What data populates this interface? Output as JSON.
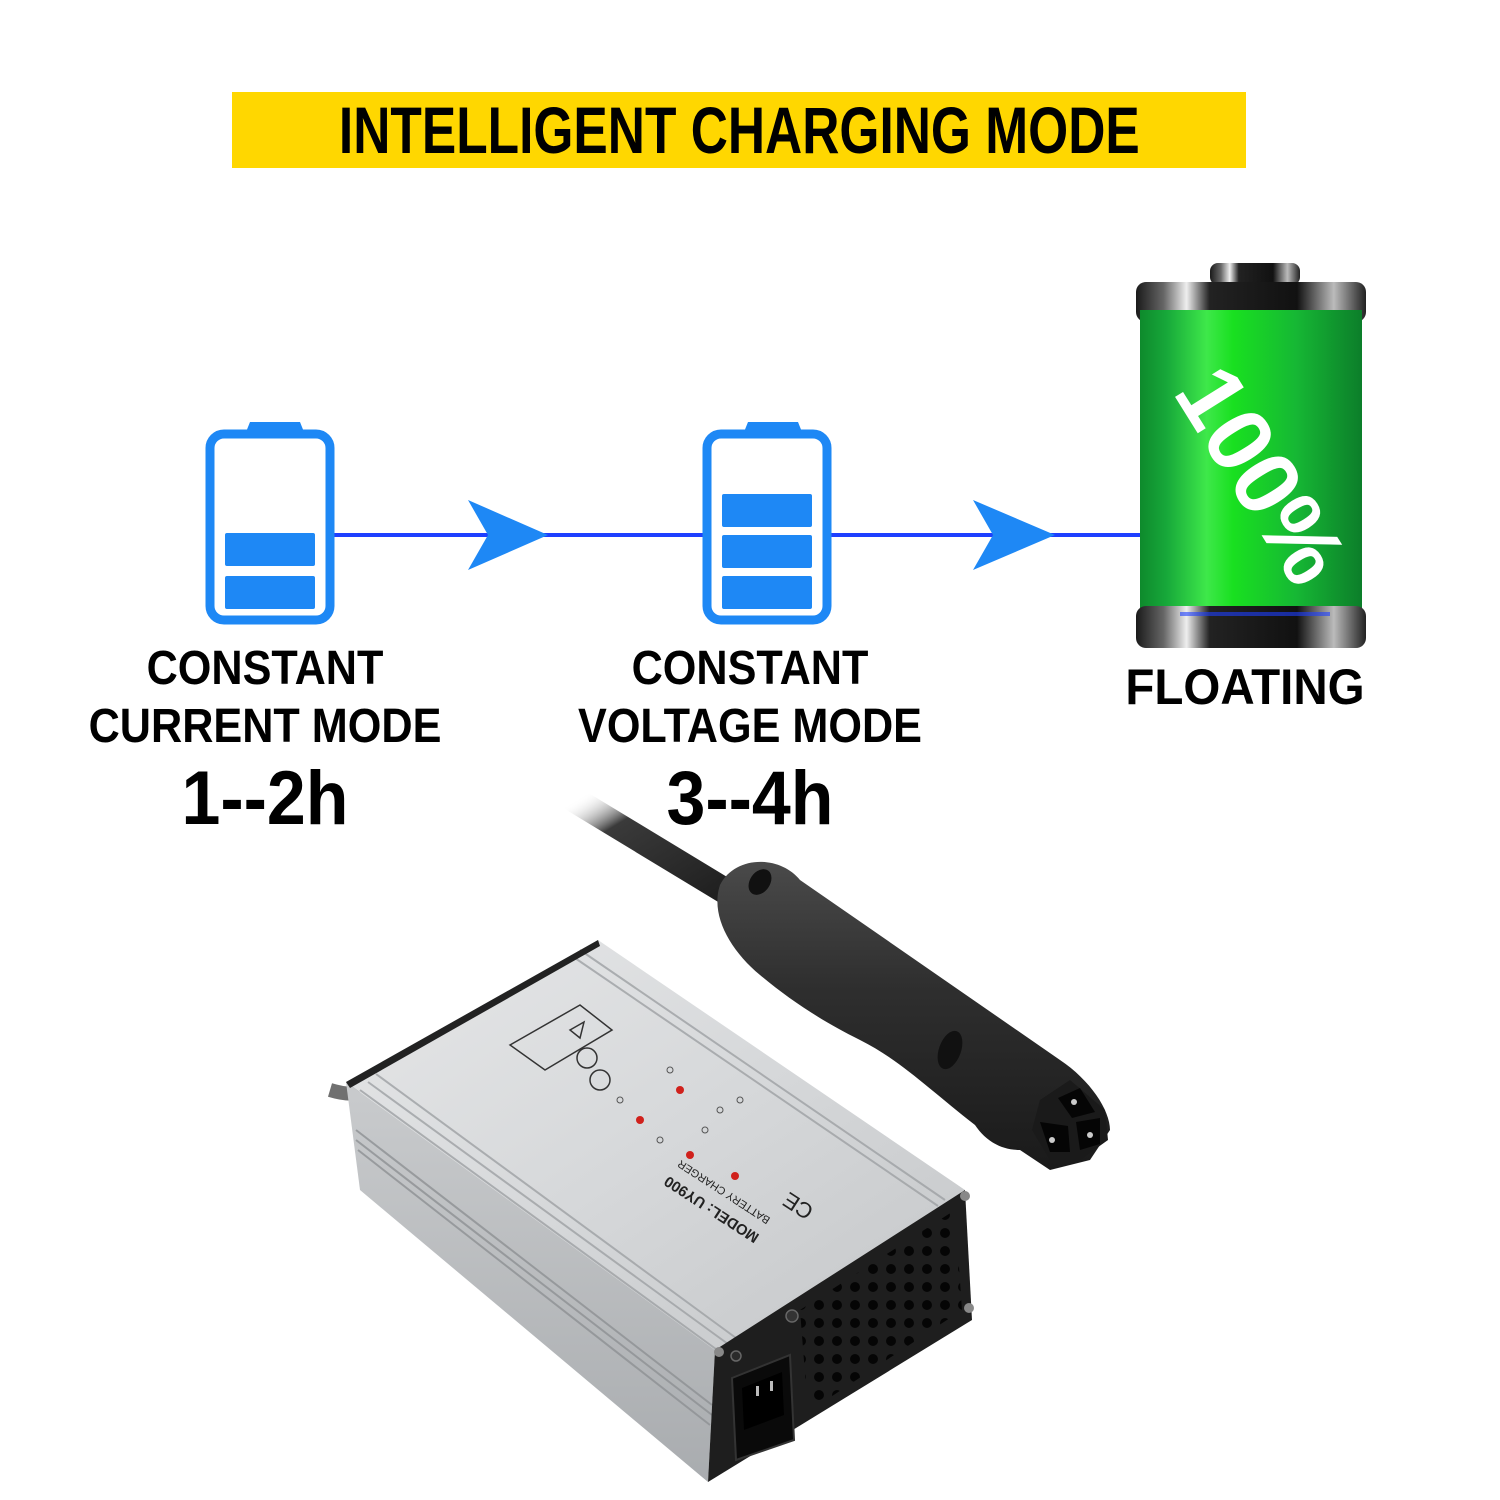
{
  "banner": {
    "title": "INTELLIGENT CHARGING MODE",
    "background_color": "#FFD700",
    "text_color": "#000000"
  },
  "flow": {
    "line_color": "#1E3FFF",
    "arrow_color": "#1E88F5",
    "stages": [
      {
        "id": "constant-current",
        "line1": "CONSTANT",
        "line2": "CURRENT MODE",
        "duration": "1--2h",
        "battery_icon": "battery-two-bars-icon",
        "battery_bars": 2,
        "icon_color": "#1E88F5"
      },
      {
        "id": "constant-voltage",
        "line1": "CONSTANT",
        "line2": "VOLTAGE MODE",
        "duration": "3--4h",
        "battery_icon": "battery-three-bars-icon",
        "battery_bars": 3,
        "icon_color": "#1E88F5"
      },
      {
        "id": "floating",
        "line1": "FLOATING",
        "battery_icon": "battery-full-green-icon",
        "charge_text": "100%",
        "icon_color": "#1DB33A"
      }
    ]
  },
  "product": {
    "name": "battery-charger",
    "label_model": "MODEL: UY900",
    "label_type": "BATTERY CHARGER",
    "body_color": "#D4D6D8",
    "panel_color": "#1E1E1E",
    "plug_color": "#2A2A2A",
    "indicator_color": "#D0211C"
  }
}
